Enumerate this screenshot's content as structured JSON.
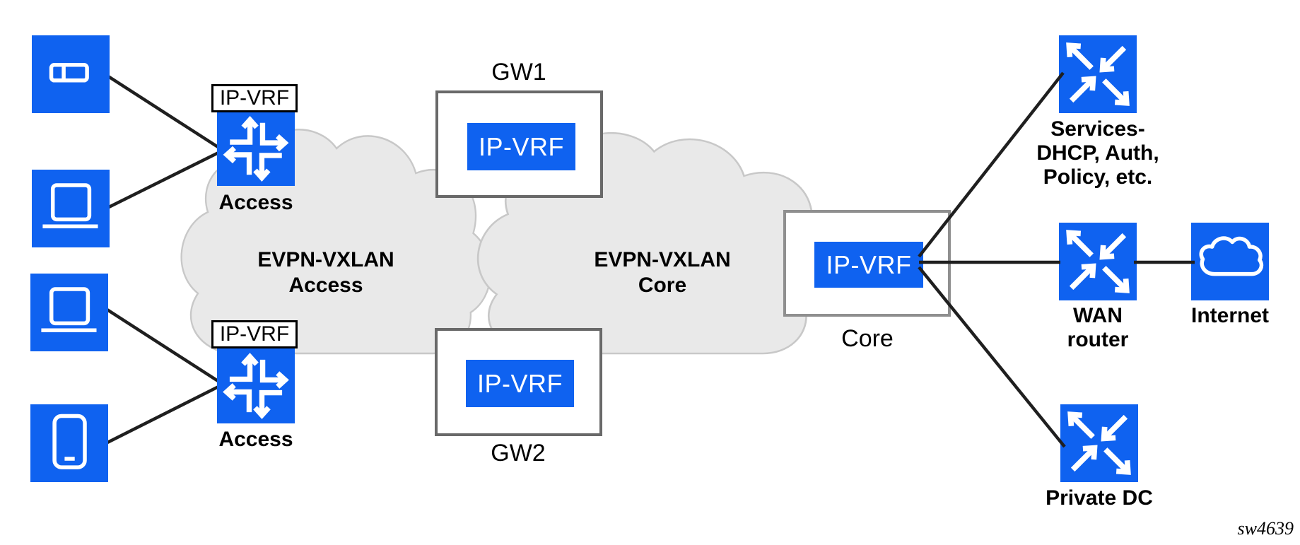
{
  "diagram": {
    "clouds": [
      {
        "label": [
          "EVPN-VXLAN",
          "Access"
        ]
      },
      {
        "label": [
          "EVPN-VXLAN",
          "Core"
        ]
      }
    ],
    "access_switches": [
      {
        "tag": "IP-VRF",
        "caption": "Access"
      },
      {
        "tag": "IP-VRF",
        "caption": "Access"
      }
    ],
    "gateways": [
      {
        "name": "GW1",
        "vrf": "IP-VRF"
      },
      {
        "name": "GW2",
        "vrf": "IP-VRF"
      }
    ],
    "core": {
      "name": "Core",
      "vrf": "IP-VRF"
    },
    "endpoints": {
      "services": {
        "lines": [
          "Services-",
          "DHCP, Auth,",
          "Policy, etc."
        ]
      },
      "wan_router": {
        "lines": [
          "WAN",
          "router"
        ]
      },
      "internet": {
        "label": "Internet"
      },
      "private_dc": {
        "label": "Private DC"
      }
    },
    "watermark": "sw4639",
    "colors": {
      "node_blue": "#0f62f0",
      "cloud_fill": "#e9e9e9",
      "cloud_stroke": "#c8c8c8",
      "connector": "#1f1f1f",
      "gw_border": "#696969",
      "core_border": "#8f8f8f"
    }
  }
}
